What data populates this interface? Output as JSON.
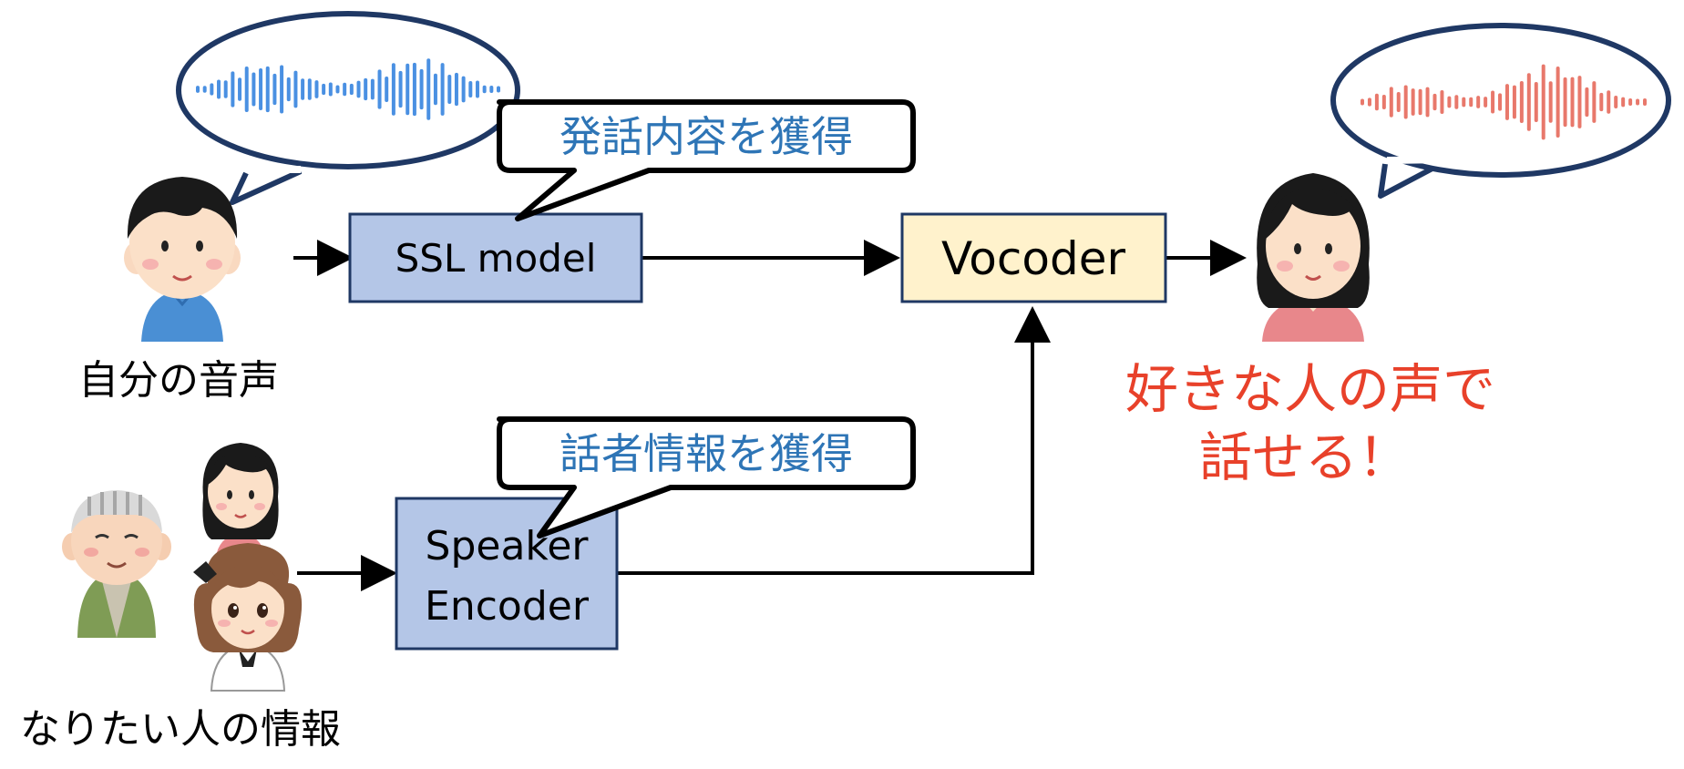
{
  "labels": {
    "source_voice": "自分の音声",
    "target_info": "なりたい人の情報",
    "result_line1": "好きな人の声で",
    "result_line2": "話せる！"
  },
  "boxes": {
    "ssl": "SSL model",
    "vocoder": "Vocoder",
    "speaker_line1": "Speaker",
    "speaker_line2": "Encoder"
  },
  "callouts": {
    "content": "発話内容を獲得",
    "speaker": "話者情報を獲得"
  },
  "colors": {
    "ssl_fill": "#b4c6e7",
    "speaker_fill": "#b4c6e7",
    "vocoder_fill": "#fff2cc",
    "box_stroke": "#1f3864",
    "callout_text": "#2e75b6",
    "result_text": "#e8412a",
    "wave_blue": "#4a90e2",
    "wave_red": "#e8786b",
    "bubble_stroke": "#1f3864",
    "arrow": "#000000"
  }
}
